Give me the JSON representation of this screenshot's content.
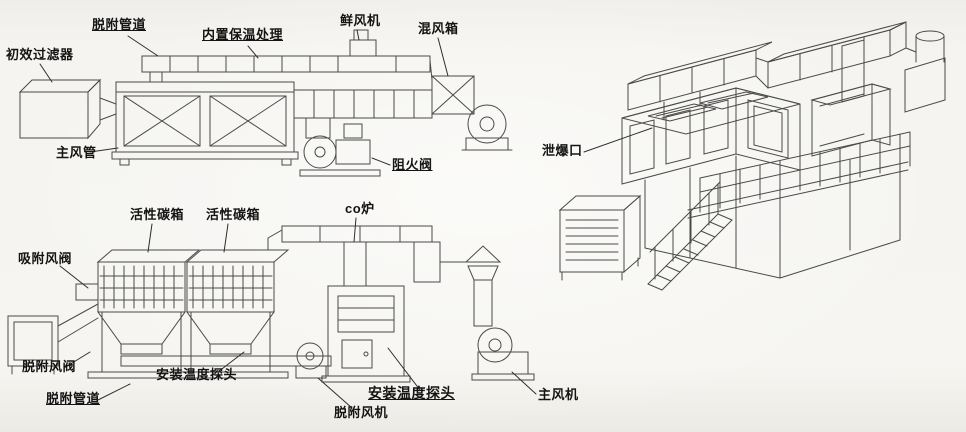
{
  "page": {
    "background": "#f4f3ef",
    "ink_color": "#454545",
    "label_color": "#141414"
  },
  "labels": {
    "primary_filter": "初效过滤器",
    "desorption_duct_top": "脱附管道",
    "insulation": "内置保温处理",
    "fresh_air_fan": "鲜风机",
    "mixing_box": "混风箱",
    "main_air_duct": "主风管",
    "flame_arrester": "阻火阀",
    "carbon_box_1": "活性碳箱",
    "carbon_box_2": "活性碳箱",
    "co_furnace": "co炉",
    "adsorption_valve": "吸附风阀",
    "desorption_valve": "脱附风阀",
    "temp_probe_left": "安装温度探头",
    "desorption_duct_bottom": "脱附管道",
    "temp_probe_right": "安装温度探头",
    "desorption_fan": "脱附风机",
    "main_fan": "主风机",
    "explosion_vent": "泄爆口"
  }
}
